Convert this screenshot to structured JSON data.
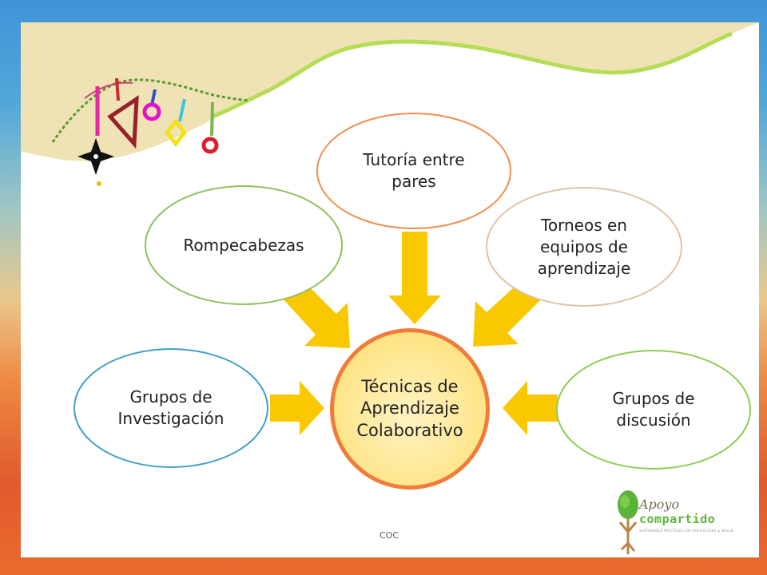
{
  "diagram": {
    "center": "Técnicas de\nAprendizaje\nColaborativo",
    "nodes": {
      "tutoria": "Tutoría entre\npares",
      "rompecabezas": "Rompecabezas",
      "torneos": "Torneos en\nequipos de\naprendizaje",
      "grupos_investigacion": "Grupos de\nInvestigación",
      "grupos_discusion": "Grupos de\ndiscusión"
    }
  },
  "footer": {
    "label": "COC"
  },
  "logo": {
    "word1": "Apoyo",
    "word2": "compartido",
    "tagline": "SUSTAINABLE PRACTICES FOR AGRICULTURE & WELLNESS"
  },
  "colors": {
    "arrow": "#f9c800",
    "center_border": "#f07b3a",
    "center_fill": "#ffe58a",
    "beige_band": "#efe3b5"
  }
}
